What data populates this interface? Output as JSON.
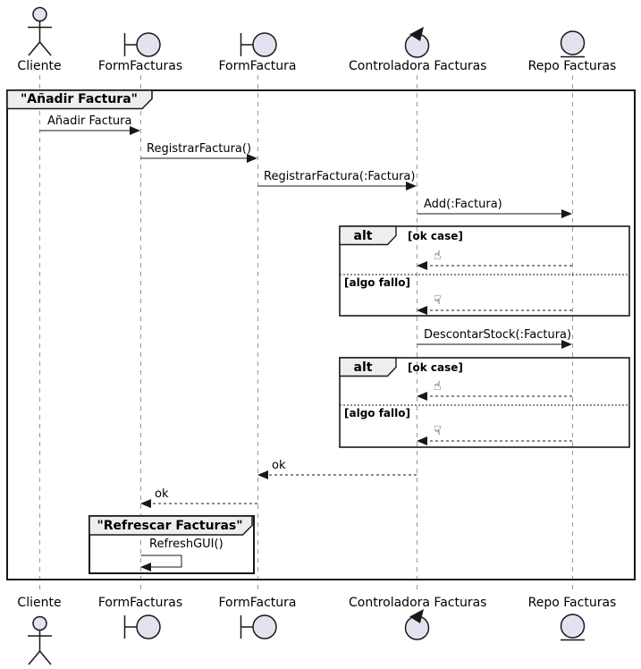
{
  "diagram": {
    "kind": "uml-sequence-diagram",
    "colors": {
      "participant_fill": "#E2E2F0",
      "frame_label_fill": "#EEEEEE",
      "line": "#181818",
      "lifeline": "#999999"
    }
  },
  "participants": [
    {
      "name": "Cliente",
      "icon": "actor"
    },
    {
      "name": "FormFacturas",
      "icon": "boundary"
    },
    {
      "name": "FormFactura",
      "icon": "boundary"
    },
    {
      "name": "Controladora Facturas",
      "icon": "control"
    },
    {
      "name": "Repo Facturas",
      "icon": "entity"
    }
  ],
  "main_frame": {
    "title": "\"Añadir Factura\""
  },
  "refresh_frame": {
    "title": "\"Refrescar Facturas\"",
    "message": "RefreshGUI()"
  },
  "messages": {
    "anadir_factura": "Añadir Factura",
    "registrar_factura": "RegistrarFactura()",
    "registrar_factura_param": "RegistrarFactura(:Factura)",
    "add_factura": "Add(:Factura)",
    "descontar_stock": "DescontarStock(:Factura)",
    "ok_to_formfactura": "ok",
    "ok_to_formfacturas": "ok"
  },
  "alt_fragments": [
    {
      "operator": "alt",
      "ok_guard": "[ok case]",
      "fail_guard": "[algo fallo]",
      "ok_icon": "☝",
      "fail_icon": "☟"
    },
    {
      "operator": "alt",
      "ok_guard": "[ok case]",
      "fail_guard": "[algo fallo]",
      "ok_icon": "☝",
      "fail_icon": "☟"
    }
  ]
}
